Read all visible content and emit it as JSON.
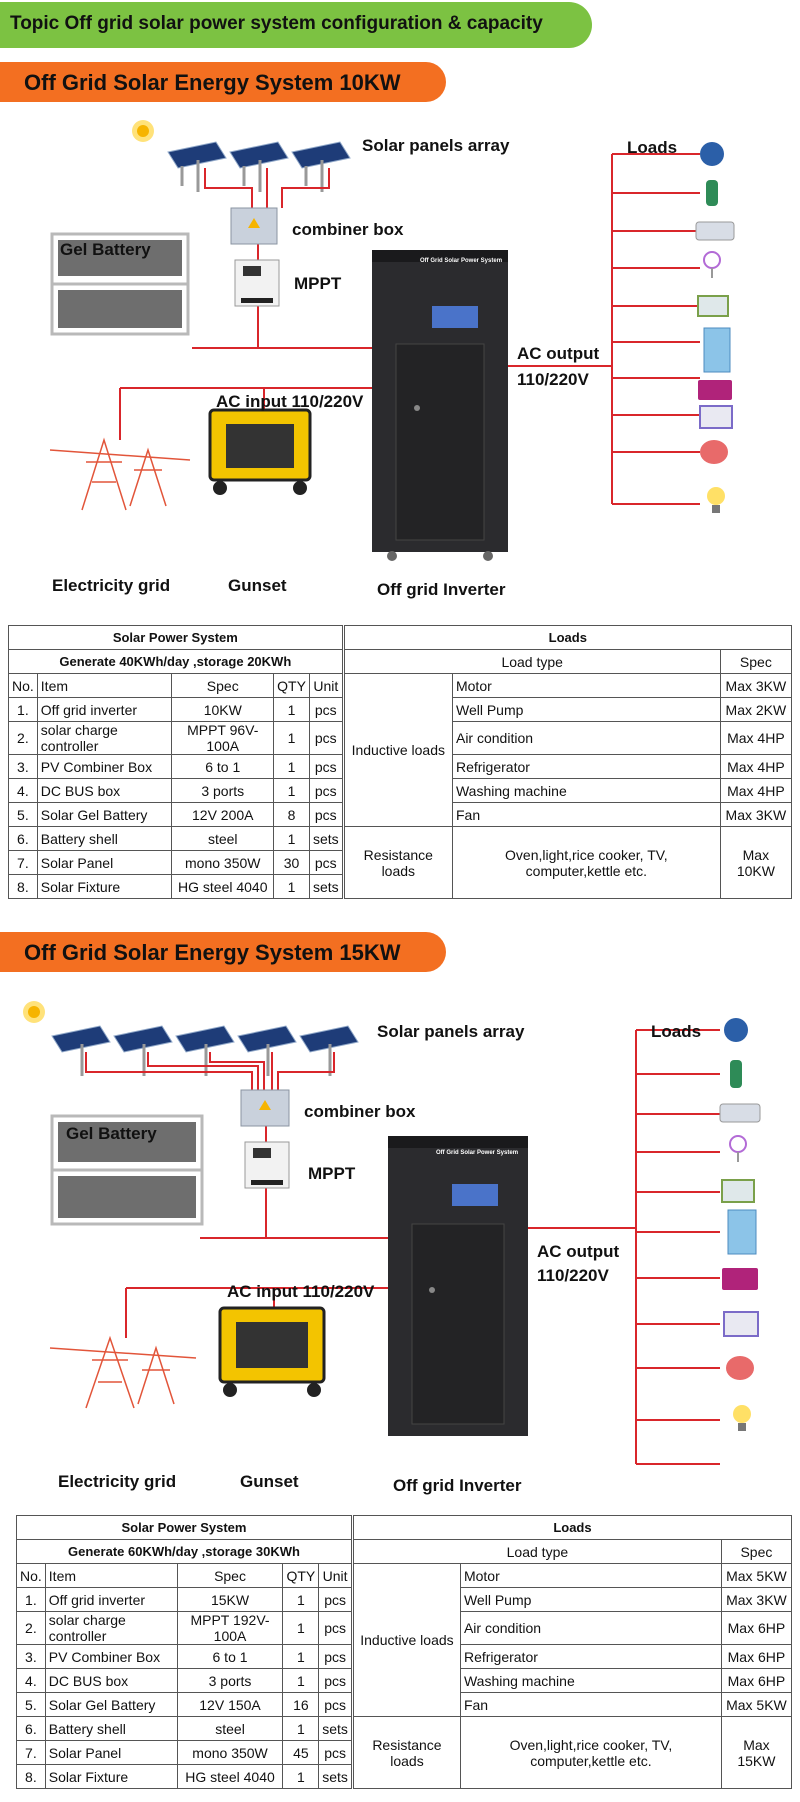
{
  "topic": "Topic Off grid solar power system configuration & capacity",
  "systems": [
    {
      "title": "Off Grid Solar Energy System 10KW",
      "labels": {
        "solar_panels": "Solar panels array",
        "combiner_box": "combiner box",
        "gel_battery": "Gel Battery",
        "mppt": "MPPT",
        "ac_input": "AC input 110/220V",
        "ac_output_1": "AC output",
        "ac_output_2": "110/220V",
        "loads": "Loads",
        "grid": "Electricity grid",
        "gunset": "Gunset",
        "inverter": "Off grid Inverter",
        "inverter_screen": "Off Grid Solar Power System"
      },
      "table": {
        "left_title": "Solar Power System",
        "left_subtitle": "Generate 40KWh/day ,storage 20KWh",
        "right_title": "Loads",
        "headers": {
          "no": "No.",
          "item": "Item",
          "spec": "Spec",
          "qty": "QTY",
          "unit": "Unit",
          "load_type": "Load type",
          "load_spec": "Spec"
        },
        "rows": [
          {
            "no": "1.",
            "item": "Off grid inverter",
            "spec": "10KW",
            "qty": "1",
            "unit": "pcs"
          },
          {
            "no": "2.",
            "item": "solar charge controller",
            "spec": "MPPT 96V-100A",
            "qty": "1",
            "unit": "pcs"
          },
          {
            "no": "3.",
            "item": "PV Combiner Box",
            "spec": "6 to 1",
            "qty": "1",
            "unit": "pcs"
          },
          {
            "no": "4.",
            "item": "DC BUS box",
            "spec": "3 ports",
            "qty": "1",
            "unit": "pcs"
          },
          {
            "no": "5.",
            "item": "Solar Gel Battery",
            "spec": "12V 200A",
            "qty": "8",
            "unit": "pcs"
          },
          {
            "no": "6.",
            "item": "Battery shell",
            "spec": "steel",
            "qty": "1",
            "unit": "sets"
          },
          {
            "no": "7.",
            "item": "Solar Panel",
            "spec": "mono 350W",
            "qty": "30",
            "unit": "pcs"
          },
          {
            "no": "8.",
            "item": "Solar Fixture",
            "spec": "HG steel 4040",
            "qty": "1",
            "unit": "sets"
          }
        ],
        "inductive_label": "Inductive loads",
        "inductive": [
          {
            "type": "Motor",
            "spec": "Max 3KW"
          },
          {
            "type": "Well Pump",
            "spec": "Max 2KW"
          },
          {
            "type": "Air condition",
            "spec": "Max 4HP"
          },
          {
            "type": "Refrigerator",
            "spec": "Max 4HP"
          },
          {
            "type": "Washing machine",
            "spec": "Max 4HP"
          },
          {
            "type": "Fan",
            "spec": "Max 3KW"
          }
        ],
        "resistance_label": "Resistance loads",
        "resistance": {
          "type": "Oven,light,rice cooker, TV, computer,kettle etc.",
          "spec": "Max 10KW"
        }
      }
    },
    {
      "title": "Off Grid Solar Energy System 15KW",
      "labels": {
        "solar_panels": "Solar panels array",
        "combiner_box": "combiner box",
        "gel_battery": "Gel Battery",
        "mppt": "MPPT",
        "ac_input": "AC input 110/220V",
        "ac_output_1": "AC output",
        "ac_output_2": "110/220V",
        "loads": "Loads",
        "grid": "Electricity grid",
        "gunset": "Gunset",
        "inverter": "Off grid Inverter",
        "inverter_screen": "Off Grid Solar Power System"
      },
      "table": {
        "left_title": "Solar Power System",
        "left_subtitle": "Generate 60KWh/day ,storage 30KWh",
        "right_title": "Loads",
        "headers": {
          "no": "No.",
          "item": "Item",
          "spec": "Spec",
          "qty": "QTY",
          "unit": "Unit",
          "load_type": "Load type",
          "load_spec": "Spec"
        },
        "rows": [
          {
            "no": "1.",
            "item": "Off grid inverter",
            "spec": "15KW",
            "qty": "1",
            "unit": "pcs"
          },
          {
            "no": "2.",
            "item": "solar charge controller",
            "spec": "MPPT 192V-100A",
            "qty": "1",
            "unit": "pcs"
          },
          {
            "no": "3.",
            "item": "PV Combiner Box",
            "spec": "6 to 1",
            "qty": "1",
            "unit": "pcs"
          },
          {
            "no": "4.",
            "item": "DC BUS box",
            "spec": "3 ports",
            "qty": "1",
            "unit": "pcs"
          },
          {
            "no": "5.",
            "item": "Solar Gel Battery",
            "spec": "12V 150A",
            "qty": "16",
            "unit": "pcs"
          },
          {
            "no": "6.",
            "item": "Battery shell",
            "spec": "steel",
            "qty": "1",
            "unit": "sets"
          },
          {
            "no": "7.",
            "item": "Solar Panel",
            "spec": "mono 350W",
            "qty": "45",
            "unit": "pcs"
          },
          {
            "no": "8.",
            "item": "Solar Fixture",
            "spec": "HG steel 4040",
            "qty": "1",
            "unit": "sets"
          }
        ],
        "inductive_label": "Inductive loads",
        "inductive": [
          {
            "type": "Motor",
            "spec": "Max 5KW"
          },
          {
            "type": "Well Pump",
            "spec": "Max 3KW"
          },
          {
            "type": "Air condition",
            "spec": "Max 6HP"
          },
          {
            "type": "Refrigerator",
            "spec": "Max 6HP"
          },
          {
            "type": "Washing machine",
            "spec": "Max 6HP"
          },
          {
            "type": "Fan",
            "spec": "Max 5KW"
          }
        ],
        "resistance_label": "Resistance loads",
        "resistance": {
          "type": "Oven,light,rice cooker, TV, computer,kettle etc.",
          "spec": "Max 15KW"
        }
      }
    }
  ],
  "colors": {
    "wire": "#d9262b",
    "topic": "#7cc242",
    "banner": "#f36f21",
    "inverter": "#2b2b2e"
  }
}
